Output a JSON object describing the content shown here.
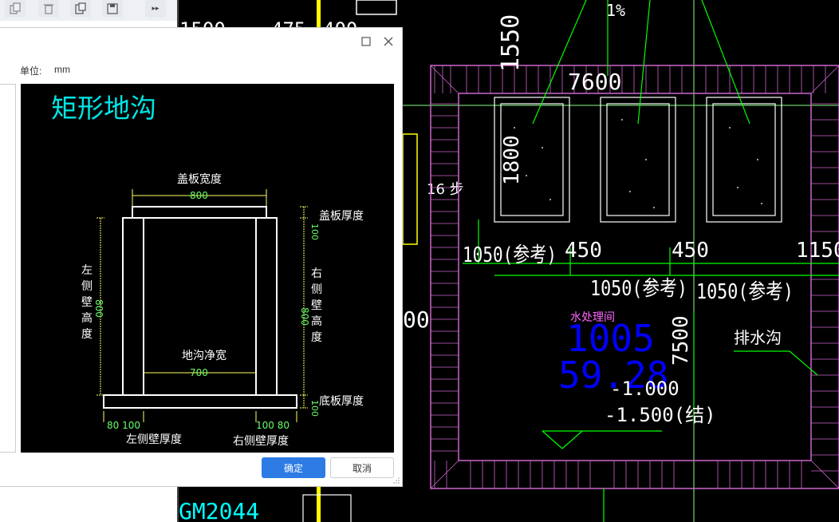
{
  "cad": {
    "dim_1550": "1550",
    "dim_7600": "7600",
    "dim_1800": "1800",
    "slope": "1%",
    "left_partial_text": "16 步",
    "top_partial_texts": [
      "1500",
      "475",
      "400"
    ],
    "dim_1050_ref_a": "1050(参考)",
    "dim_450_a": "450",
    "dim_450_b": "450",
    "dim_1150_partial": "1150",
    "dim_1050_ref_b": "1050(参考)",
    "dim_1050_ref_c": "1050(参考)",
    "partial_00": "00",
    "room_name": "水处理间",
    "room_code": "1005",
    "room_area": "59.28",
    "dim_7500": "7500",
    "drain_label": "排水沟",
    "elev_1": "-1.000",
    "elev_2": "-1.500(结)",
    "door_tag": "GM2044",
    "colors": {
      "cyan": "#00ffff",
      "green": "#00ff00",
      "white": "#ffffff",
      "magenta": "#ff66ff",
      "blue": "#0000ff",
      "yellow": "#ffff00"
    }
  },
  "toolbar": {
    "icons": [
      "copy-icon",
      "delete-icon",
      "paste-icon",
      "save-icon",
      "more-icon"
    ],
    "more_label": "▸▸"
  },
  "dialog": {
    "unit_label": "单位:",
    "unit_value": "mm",
    "ok_label": "确定",
    "cancel_label": "取消"
  },
  "preview": {
    "title": "矩形地沟",
    "cover_width_label": "盖板宽度",
    "cover_width_value": "800",
    "cover_thickness_value": "100",
    "cover_thickness_label": "盖板厚度",
    "left_wall_height_label": [
      "左",
      "侧",
      "壁",
      "高",
      "度"
    ],
    "left_wall_height_value": "800",
    "right_wall_height_label": [
      "右",
      "侧",
      "壁",
      "高",
      "度"
    ],
    "right_wall_height_value": "800",
    "clear_width_label": "地沟净宽",
    "clear_width_value": "700",
    "base_thickness_value": "100",
    "base_thickness_label": "底板厚度",
    "bottom_left_dims": "80 100",
    "bottom_right_dims": "100 80",
    "left_wall_thickness_label": "左侧壁厚度",
    "right_wall_thickness_label": "右侧壁厚度"
  }
}
